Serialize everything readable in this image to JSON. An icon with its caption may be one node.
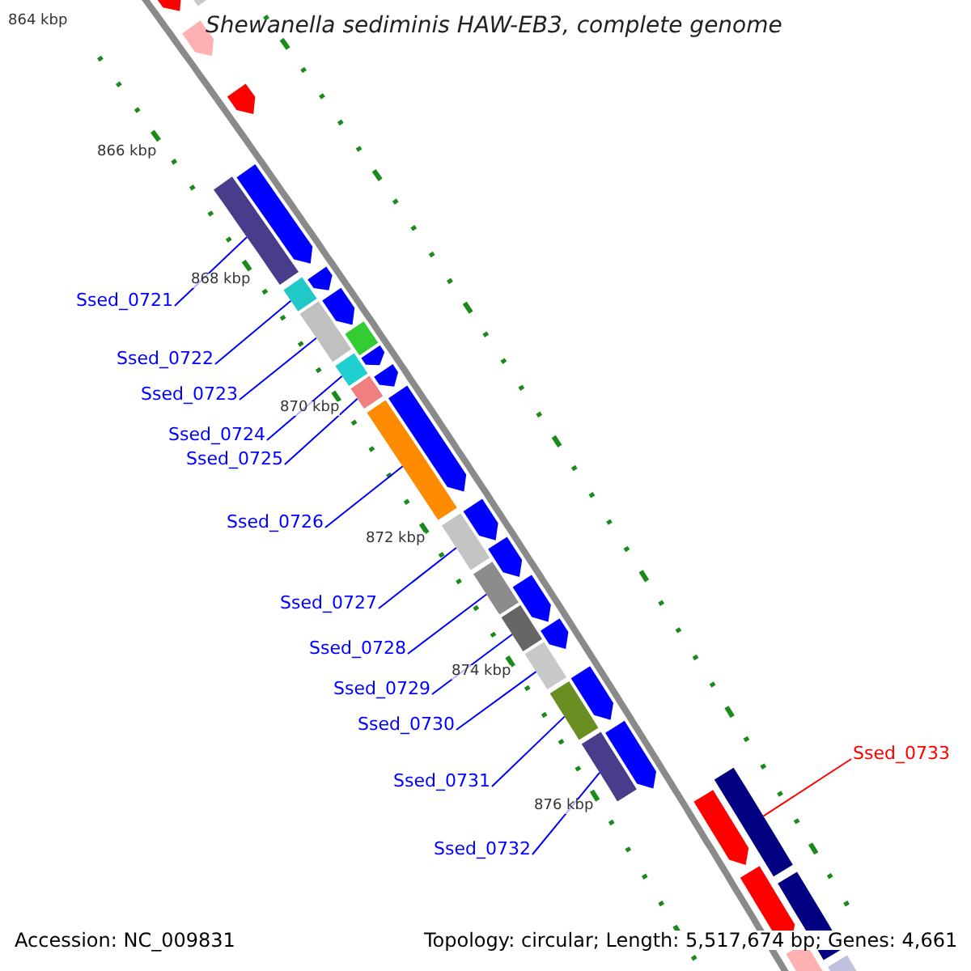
{
  "diagram": {
    "title": "Shewanella sediminis HAW-EB3, complete genome",
    "nodes": [
      {
        "text": [
          "Ssed_0721"
        ]
      },
      {
        "text": [
          "Ssed_0722"
        ]
      },
      {
        "text": [
          "Ssed_0723"
        ]
      },
      {
        "text": [
          "Ssed_0724"
        ]
      },
      {
        "text": [
          "Ssed_0725"
        ]
      },
      {
        "text": [
          "Ssed_0726"
        ]
      },
      {
        "text": [
          "Ssed_0727"
        ]
      },
      {
        "text": [
          "Ssed_0728"
        ]
      },
      {
        "text": [
          "Ssed_0729"
        ]
      },
      {
        "text": [
          "Ssed_0730"
        ]
      },
      {
        "text": [
          "Ssed_0731"
        ]
      },
      {
        "text": [
          "Ssed_0732"
        ]
      },
      {
        "text": [
          "Ssed_0733"
        ]
      },
      {
        "text": [],
        "shape": "bar"
      },
      {
        "text": [],
        "shape": "bar"
      },
      {
        "text": [],
        "shape": "bar"
      },
      {
        "text": [],
        "shape": "bar"
      },
      {
        "text": [],
        "shape": "bar"
      },
      {
        "text": [],
        "shape": "bar"
      },
      {
        "text": [],
        "shape": "bar"
      },
      {
        "text": [],
        "shape": "bar"
      },
      {
        "text": [],
        "shape": "bar"
      },
      {
        "text": [],
        "shape": "bar"
      },
      {
        "text": [],
        "shape": "bar"
      },
      {
        "text": [],
        "shape": "bar"
      },
      {
        "text": [],
        "shape": "bar"
      }
    ],
    "edges": [
      {
        "from": 0,
        "to": 13,
        "arrow": "none"
      },
      {
        "from": 1,
        "to": 14,
        "arrow": "none"
      },
      {
        "from": 2,
        "to": 15,
        "arrow": "none"
      },
      {
        "from": 3,
        "to": 16,
        "arrow": "none"
      },
      {
        "from": 4,
        "to": 17,
        "arrow": "none"
      },
      {
        "from": 5,
        "to": 18,
        "arrow": "none"
      },
      {
        "from": 6,
        "to": 19,
        "arrow": "none"
      },
      {
        "from": 7,
        "to": 20,
        "arrow": "none"
      },
      {
        "from": 8,
        "to": 21,
        "arrow": "none"
      },
      {
        "from": 9,
        "to": 22,
        "arrow": "none"
      },
      {
        "from": 10,
        "to": 23,
        "arrow": "none"
      },
      {
        "from": 11,
        "to": 24,
        "arrow": "none"
      },
      {
        "from": 12,
        "to": 25,
        "arrow": "none",
        "color": "#ff0000"
      }
    ],
    "labels": [
      "864 kbp",
      "866 kbp",
      "868 kbp",
      "870 kbp",
      "872 kbp",
      "874 kbp",
      "876 kbp",
      "Accession: NC_009831",
      "Topology: circular; Length: 5,517,674 bp; Genes: 4,661"
    ]
  }
}
